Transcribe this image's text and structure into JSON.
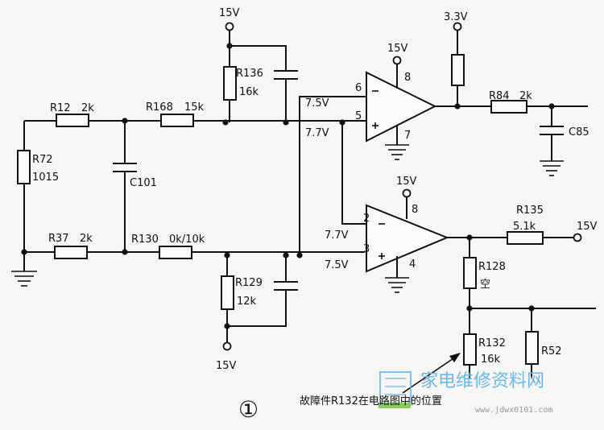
{
  "components": {
    "r12": {
      "name": "R12",
      "value": "2k"
    },
    "r168": {
      "name": "R168",
      "value": "15k"
    },
    "r136": {
      "name": "R136",
      "value": "16k"
    },
    "r72": {
      "name": "R72",
      "value": "1015"
    },
    "c101": {
      "name": "C101"
    },
    "r37": {
      "name": "R37",
      "value": "2k"
    },
    "r130": {
      "name": "R130",
      "value": "0k/10k"
    },
    "r129": {
      "name": "R129",
      "value": "12k"
    },
    "r84": {
      "name": "R84",
      "value": "2k"
    },
    "c85": {
      "name": "C85"
    },
    "r135": {
      "name": "R135",
      "value": "5.1k"
    },
    "r128": {
      "name": "R128",
      "value": "空"
    },
    "r132": {
      "name": "R132",
      "value": "16k"
    },
    "r52": {
      "name": "R52"
    }
  },
  "supplies": {
    "top_15v": "15V",
    "bottom_15v": "15V",
    "amp1_15v": "15V",
    "amp2_15v": "15V",
    "out_15v": "15V",
    "v33": "3.3V"
  },
  "amp1": {
    "pin_minus": "6",
    "pin_plus": "5",
    "pin_vcc": "8",
    "pin_gnd": "7"
  },
  "amp2": {
    "pin_minus": "2",
    "pin_plus": "3",
    "pin_vcc": "8",
    "pin_gnd": "4"
  },
  "voltages": {
    "amp1_minus": "7.5V",
    "amp1_plus": "7.7V",
    "amp2_minus": "7.7V",
    "amp2_plus": "7.5V"
  },
  "annotation": "故障件R132在电路图中的位置",
  "figure_number": "①",
  "watermark": {
    "text": "家电维修资料网",
    "url": "www.jdwx0101.com"
  }
}
